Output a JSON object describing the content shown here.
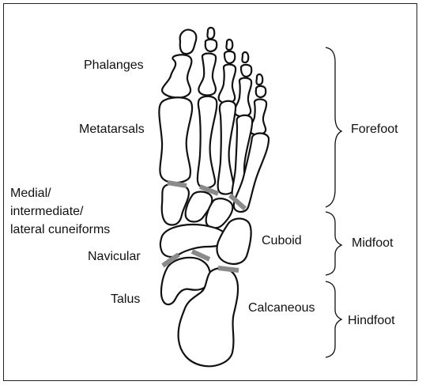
{
  "labels": {
    "phalanges": "Phalanges",
    "metatarsals": "Metatarsals",
    "cuneiforms_line1": "Medial/",
    "cuneiforms_line2": "intermediate/",
    "cuneiforms_line3": "lateral cuneiforms",
    "navicular": "Navicular",
    "talus": "Talus",
    "cuboid": "Cuboid",
    "calcaneous": "Calcaneous"
  },
  "regions": {
    "forefoot": "Forefoot",
    "midfoot": "Midfoot",
    "hindfoot": "Hindfoot"
  },
  "colors": {
    "outline": "#111111",
    "joint_marker": "#8a8a8a",
    "background": "#ffffff"
  }
}
